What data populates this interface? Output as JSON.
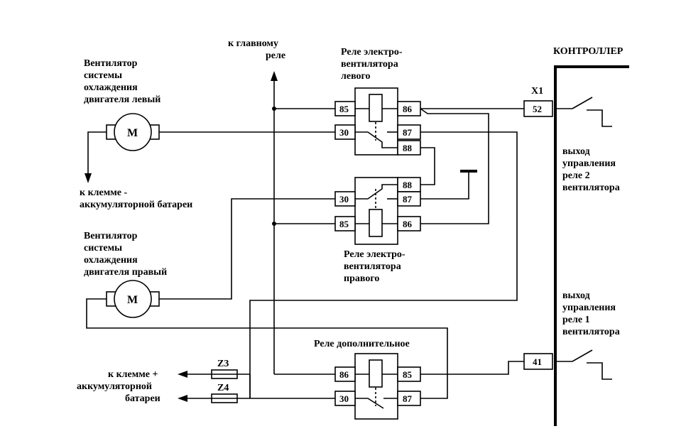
{
  "labels": {
    "to_main_relay": [
      "к главному",
      "реле"
    ],
    "controller": "КОНТРОЛЛЕР",
    "x1": "X1",
    "fan_left": [
      "Вентилятор",
      "системы",
      "охлаждения",
      "двигателя левый"
    ],
    "fan_right": [
      "Вентилятор",
      "системы",
      "охлаждения",
      "двигателя правый"
    ],
    "to_battery_minus": [
      "к клемме -",
      "аккумуляторной батареи"
    ],
    "to_battery_plus": [
      "к клемме +",
      "аккумуляторной",
      "батареи"
    ],
    "relay_left": [
      "Реле электро-",
      "вентилятора",
      "левого"
    ],
    "relay_right": [
      "Реле электро-",
      "вентилятора",
      "правого"
    ],
    "relay_extra": "Реле дополнительное",
    "output_fan2": [
      "выход",
      "управления",
      "реле 2",
      "вентилятора"
    ],
    "output_fan1": [
      "выход",
      "управления",
      "реле 1",
      "вентилятора"
    ]
  },
  "motors": {
    "left": "M",
    "right": "M"
  },
  "fuses": {
    "z3": "Z3",
    "z4": "Z4"
  },
  "controller_pins": {
    "p52": "52",
    "p41": "41"
  },
  "relay_left_pins": {
    "p85": "85",
    "p86": "86",
    "p30": "30",
    "p87": "87",
    "p88": "88"
  },
  "relay_right_pins": {
    "p88": "88",
    "p30": "30",
    "p87": "87",
    "p85": "85",
    "p86": "86"
  },
  "relay_extra_pins": {
    "p86": "86",
    "p85": "85",
    "p30": "30",
    "p87": "87"
  }
}
